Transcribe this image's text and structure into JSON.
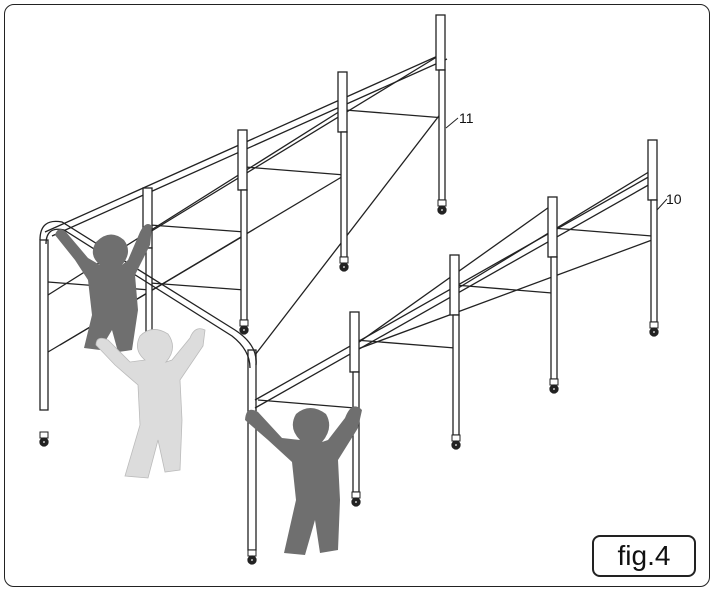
{
  "diagram": {
    "callouts": [
      {
        "id": "11",
        "label": "11"
      },
      {
        "id": "10",
        "label": "10"
      }
    ],
    "figure_label": "fig.4",
    "colors": {
      "line": "#222222",
      "figure_dark": "#6f6f6f",
      "figure_light": "#dcdcdc",
      "background": "#ffffff"
    }
  }
}
